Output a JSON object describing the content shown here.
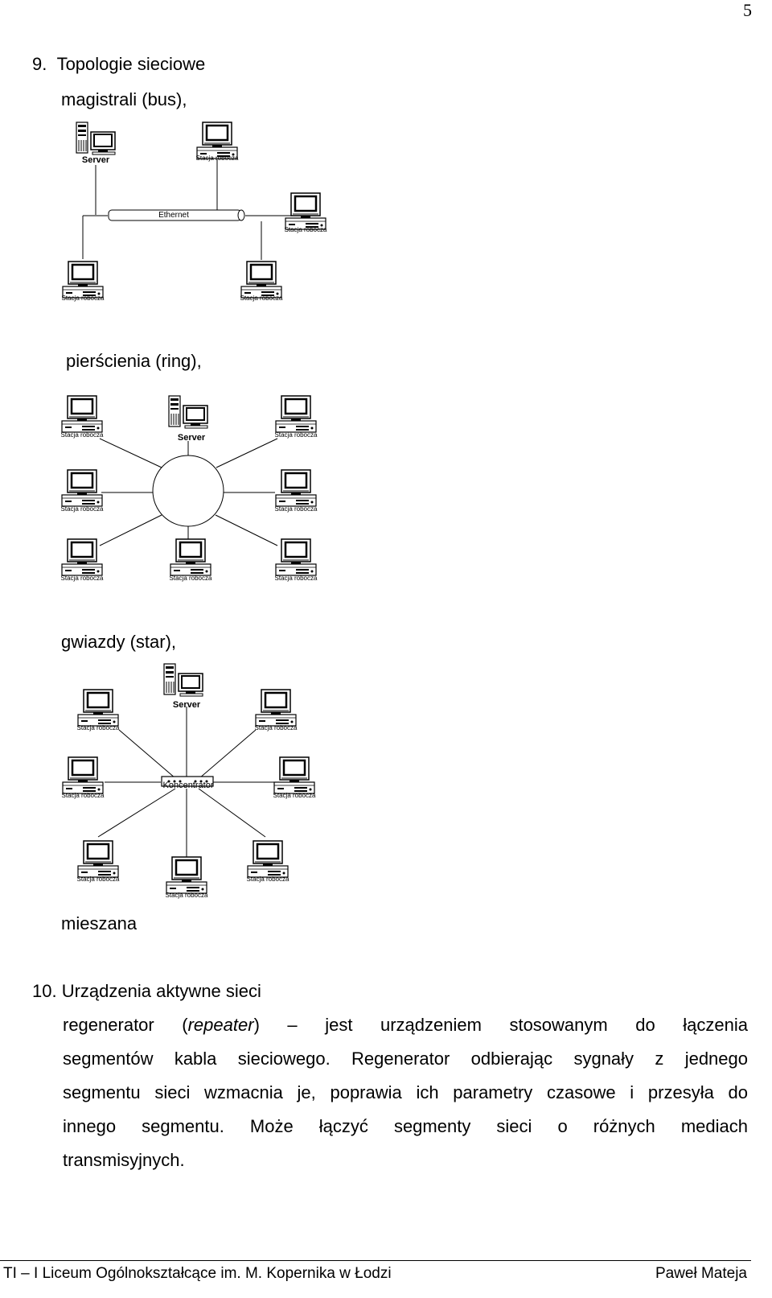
{
  "page_number": "5",
  "section9": {
    "heading": "9.  Topologie sieciowe",
    "bus": {
      "label": "magistrali (bus),",
      "server": "Server",
      "backbone": "Ethernet",
      "ws": "Stacja robocza"
    },
    "ring": {
      "label": "pierścienia (ring),",
      "server": "Server",
      "ws": "Stacja robocza"
    },
    "star": {
      "label": "gwiazdy (star),",
      "server": "Server",
      "hub": "Koncentrator",
      "ws": "Stacja robocza"
    },
    "mixed": {
      "label": "mieszana"
    }
  },
  "section10": {
    "heading": "10. Urządzenia aktywne sieci",
    "lines": [
      "regenerator (repeater) – jest urządzeniem stosowanym do łączenia",
      "segmentów kabla sieciowego. Regenerator odbierając sygnały z jednego",
      "segmentu sieci wzmacnia je, poprawia ich parametry czasowe i przesyła do",
      "innego segmentu. Może łączyć segmenty sieci o różnych mediach",
      "transmisyjnych."
    ]
  },
  "footer": {
    "left": "TI – I Liceum Ogólnokształcące im. M. Kopernika w Łodzi",
    "right": "Paweł Mateja"
  }
}
